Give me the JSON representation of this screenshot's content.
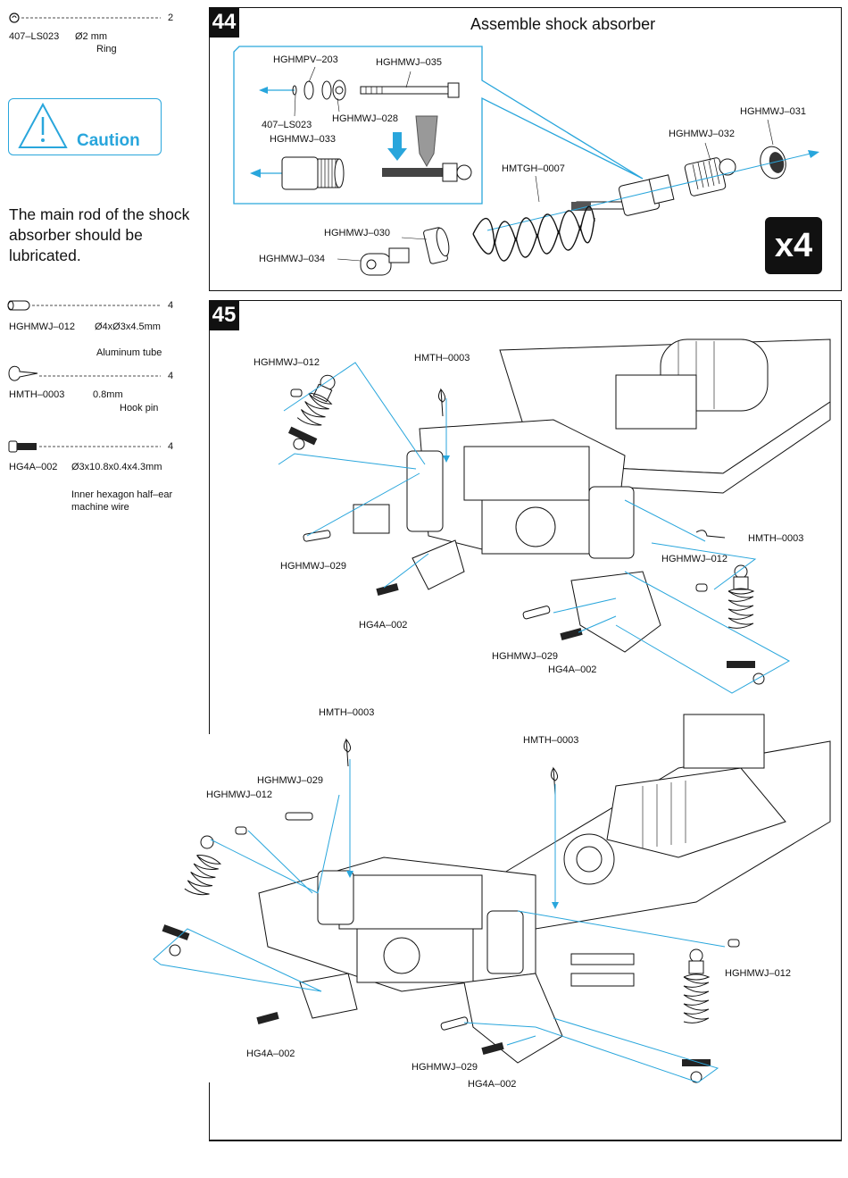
{
  "sidebar": {
    "parts": [
      {
        "code": "407–LS023",
        "size": "Ø2  mm",
        "desc": "Ring",
        "qty": "2"
      },
      {
        "code": "HGHMWJ–012",
        "size": "Ø4xØ3x4.5mm",
        "desc": "Aluminum tube",
        "qty": "4"
      },
      {
        "code": "HMTH–0003",
        "size": "0.8mm",
        "desc": "Hook pin",
        "qty": "4"
      },
      {
        "code": "HG4A–002",
        "size": "Ø3x10.8x0.4x4.3mm",
        "desc": "Inner hexagon half–ear machine wire",
        "qty": "4"
      }
    ],
    "caution_label": "Caution",
    "note": "The main rod of the shock absorber should be lubricated."
  },
  "step44": {
    "number": "44",
    "title": "Assemble shock absorber",
    "multiplier": "x4",
    "labels": {
      "hghmpv203": "HGHMPV–203",
      "hghmwj035": "HGHMWJ–035",
      "ls023": "407–LS023",
      "hghmwj028": "HGHMWJ–028",
      "hghmwj033": "HGHMWJ–033",
      "hghmwj031": "HGHMWJ–031",
      "hghmwj032": "HGHMWJ–032",
      "hmtgh0007": "HMTGH–0007",
      "hghmwj030": "HGHMWJ–030",
      "hghmwj034": "HGHMWJ–034"
    }
  },
  "step45": {
    "number": "45",
    "labels": {
      "a_hghmwj012": "HGHMWJ–012",
      "a_hmth0003": "HMTH–0003",
      "a_hmth0003_r": "HMTH–0003",
      "a_hghmwj012_r": "HGHMWJ–012",
      "a_hghmwj029": "HGHMWJ–029",
      "a_hg4a002": "HG4A–002",
      "a_hghmwj029_b": "HGHMWJ–029",
      "a_hg4a002_b": "HG4A–002",
      "b_hmth0003": "HMTH–0003",
      "b_hmth0003_r": "HMTH–0003",
      "b_hghmwj029": "HGHMWJ–029",
      "b_hghmwj012": "HGHMWJ–012",
      "b_hghmwj012_r": "HGHMWJ–012",
      "b_hg4a002": "HG4A–002",
      "b_hghmwj029_b": "HGHMWJ–029",
      "b_hg4a002_b": "HG4A–002"
    }
  },
  "colors": {
    "accent": "#29a6dc",
    "ink": "#111111"
  }
}
